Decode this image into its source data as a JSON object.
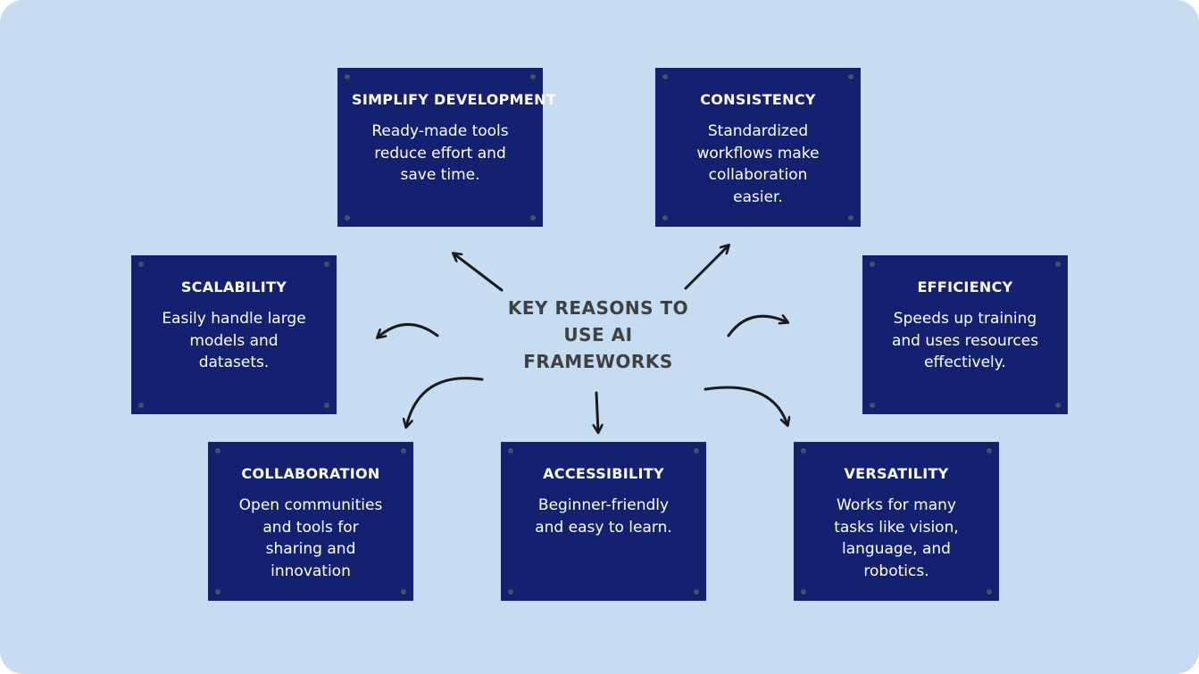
{
  "center": {
    "title": "KEY REASONS TO USE AI FRAMEWORKS"
  },
  "cards": {
    "simplify": {
      "title": "SIMPLIFY DEVELOPMENT",
      "text": "Ready-made tools reduce effort and save time."
    },
    "consistency": {
      "title": "CONSISTENCY",
      "text": "Standardized workflows make collaboration easier."
    },
    "scalability": {
      "title": "SCALABILITY",
      "text": "Easily handle large models and datasets."
    },
    "efficiency": {
      "title": "EFFICIENCY",
      "text": "Speeds up training and uses resources effectively."
    },
    "collaboration": {
      "title": "COLLABORATION",
      "text": "Open communities and tools for sharing and innovation"
    },
    "accessibility": {
      "title": "ACCESSIBILITY",
      "text": "Beginner-friendly and easy to learn."
    },
    "versatility": {
      "title": "VERSATILITY",
      "text": "Works for many tasks like vision, language, and robotics."
    }
  },
  "colors": {
    "background": "#c6dcf0",
    "card": "#142170",
    "card_text": "#ffffff",
    "center_text": "#404040",
    "arrow": "#1a1a1a"
  }
}
